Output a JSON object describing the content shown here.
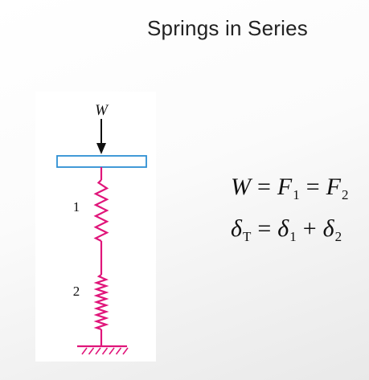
{
  "title": "Springs in Series",
  "diagram": {
    "load_label": "W",
    "spring_labels": [
      "1",
      "2"
    ],
    "colors": {
      "spring": "#e0157a",
      "plate": "#2e8fd3",
      "ground": "#e0157a",
      "arrow": "#111111"
    }
  },
  "equations": {
    "line1": {
      "lhs": "W",
      "eq1": "=",
      "t1": {
        "sym": "F",
        "sub": "1"
      },
      "eq2": "=",
      "t2": {
        "sym": "F",
        "sub": "2"
      }
    },
    "line2": {
      "lhs": {
        "sym": "δ",
        "sub": "T"
      },
      "eq": "=",
      "t1": {
        "sym": "δ",
        "sub": "1"
      },
      "plus": "+",
      "t2": {
        "sym": "δ",
        "sub": "2"
      }
    }
  }
}
